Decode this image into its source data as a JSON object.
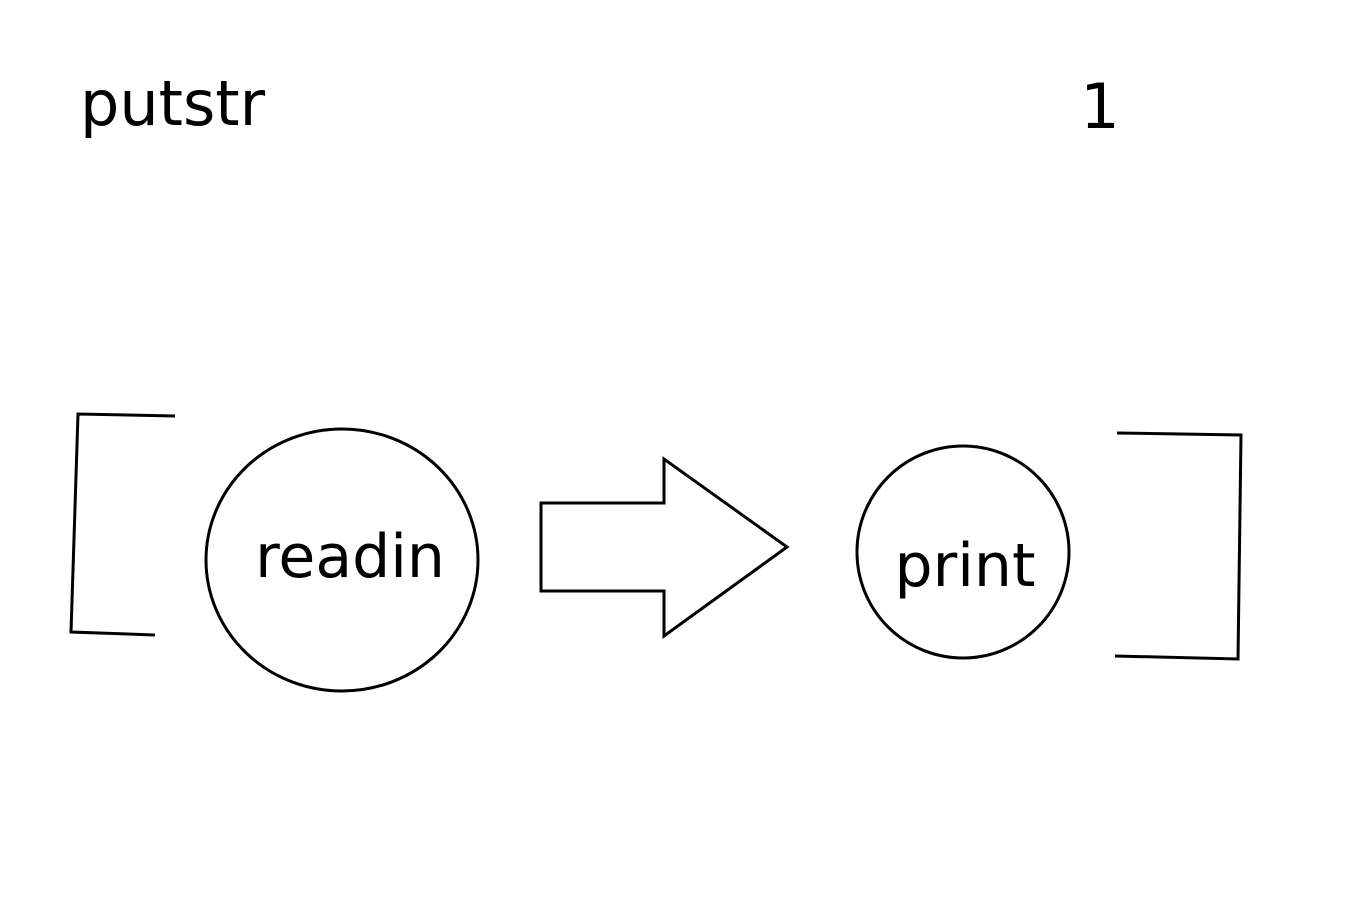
{
  "diagram": {
    "title": "putstr",
    "page_number": "1",
    "nodes": [
      {
        "id": "readin",
        "label": "readin"
      },
      {
        "id": "print",
        "label": "print"
      }
    ],
    "edges": [
      {
        "from": "readin",
        "to": "print",
        "style": "block-arrow"
      }
    ],
    "group": {
      "style": "square-brackets",
      "contains": [
        "readin",
        "print"
      ]
    },
    "colors": {
      "stroke": "#000000",
      "background": "#ffffff"
    }
  }
}
